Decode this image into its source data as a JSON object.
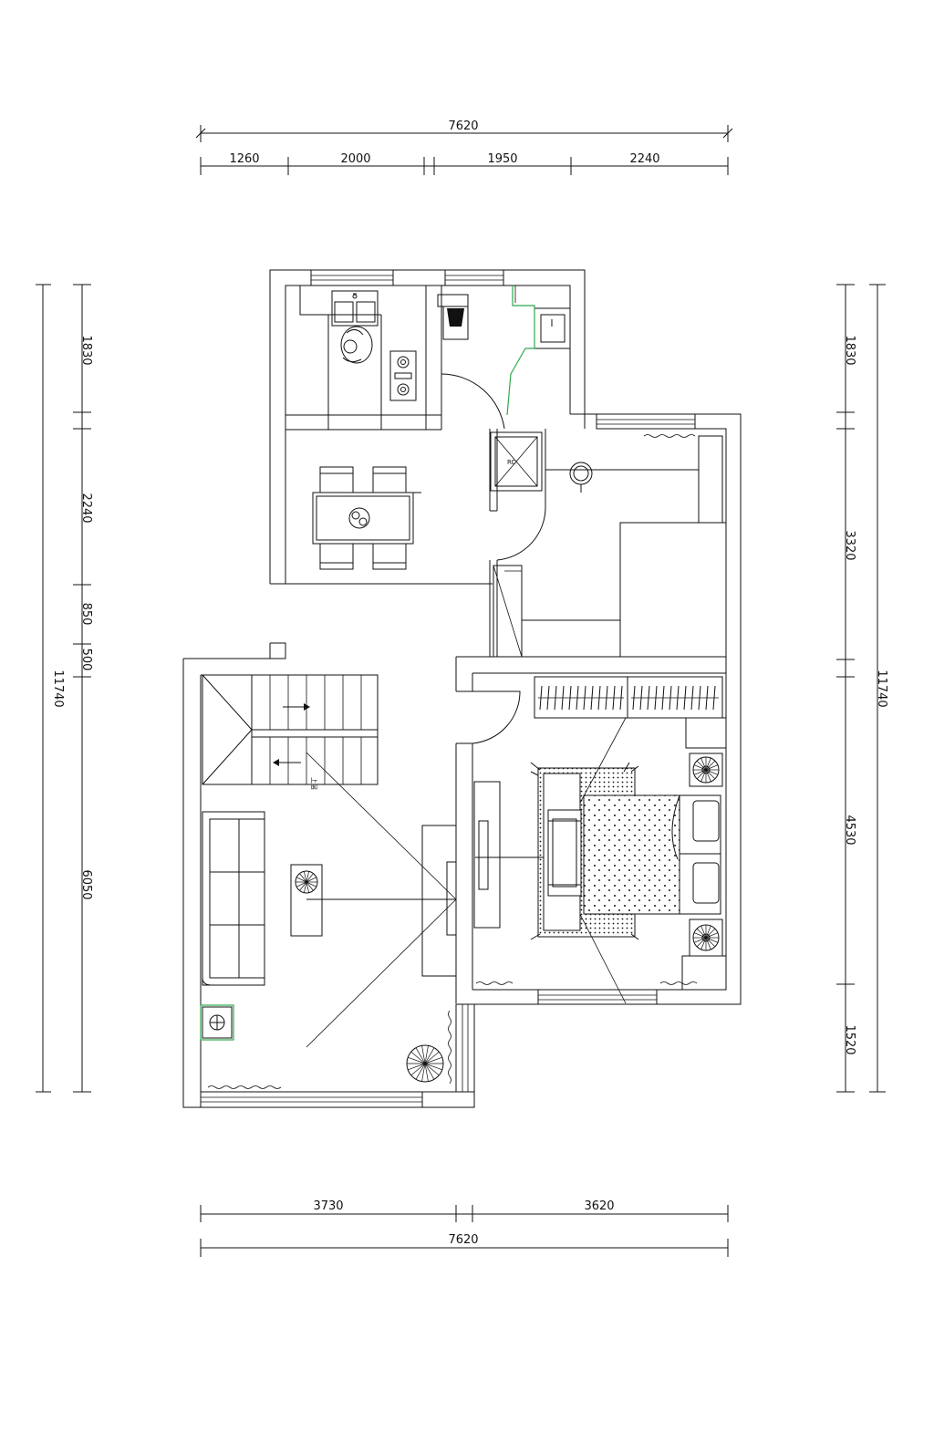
{
  "dimensions": {
    "top_total": "7620",
    "top_segments": [
      "1260",
      "2000",
      "1950",
      "2240"
    ],
    "bottom_segments": [
      "3730",
      "3620"
    ],
    "bottom_total": "7620",
    "left_segments": [
      "1830",
      "2240",
      "850",
      "500",
      "6050"
    ],
    "left_total": "11740",
    "right_segments": [
      "1830",
      "3320",
      "4530",
      "1520"
    ],
    "right_total": "11740"
  },
  "stair_note": "上层",
  "colors": {
    "line": "#111111",
    "accent_green": "#2fa84f",
    "background": "#ffffff"
  }
}
